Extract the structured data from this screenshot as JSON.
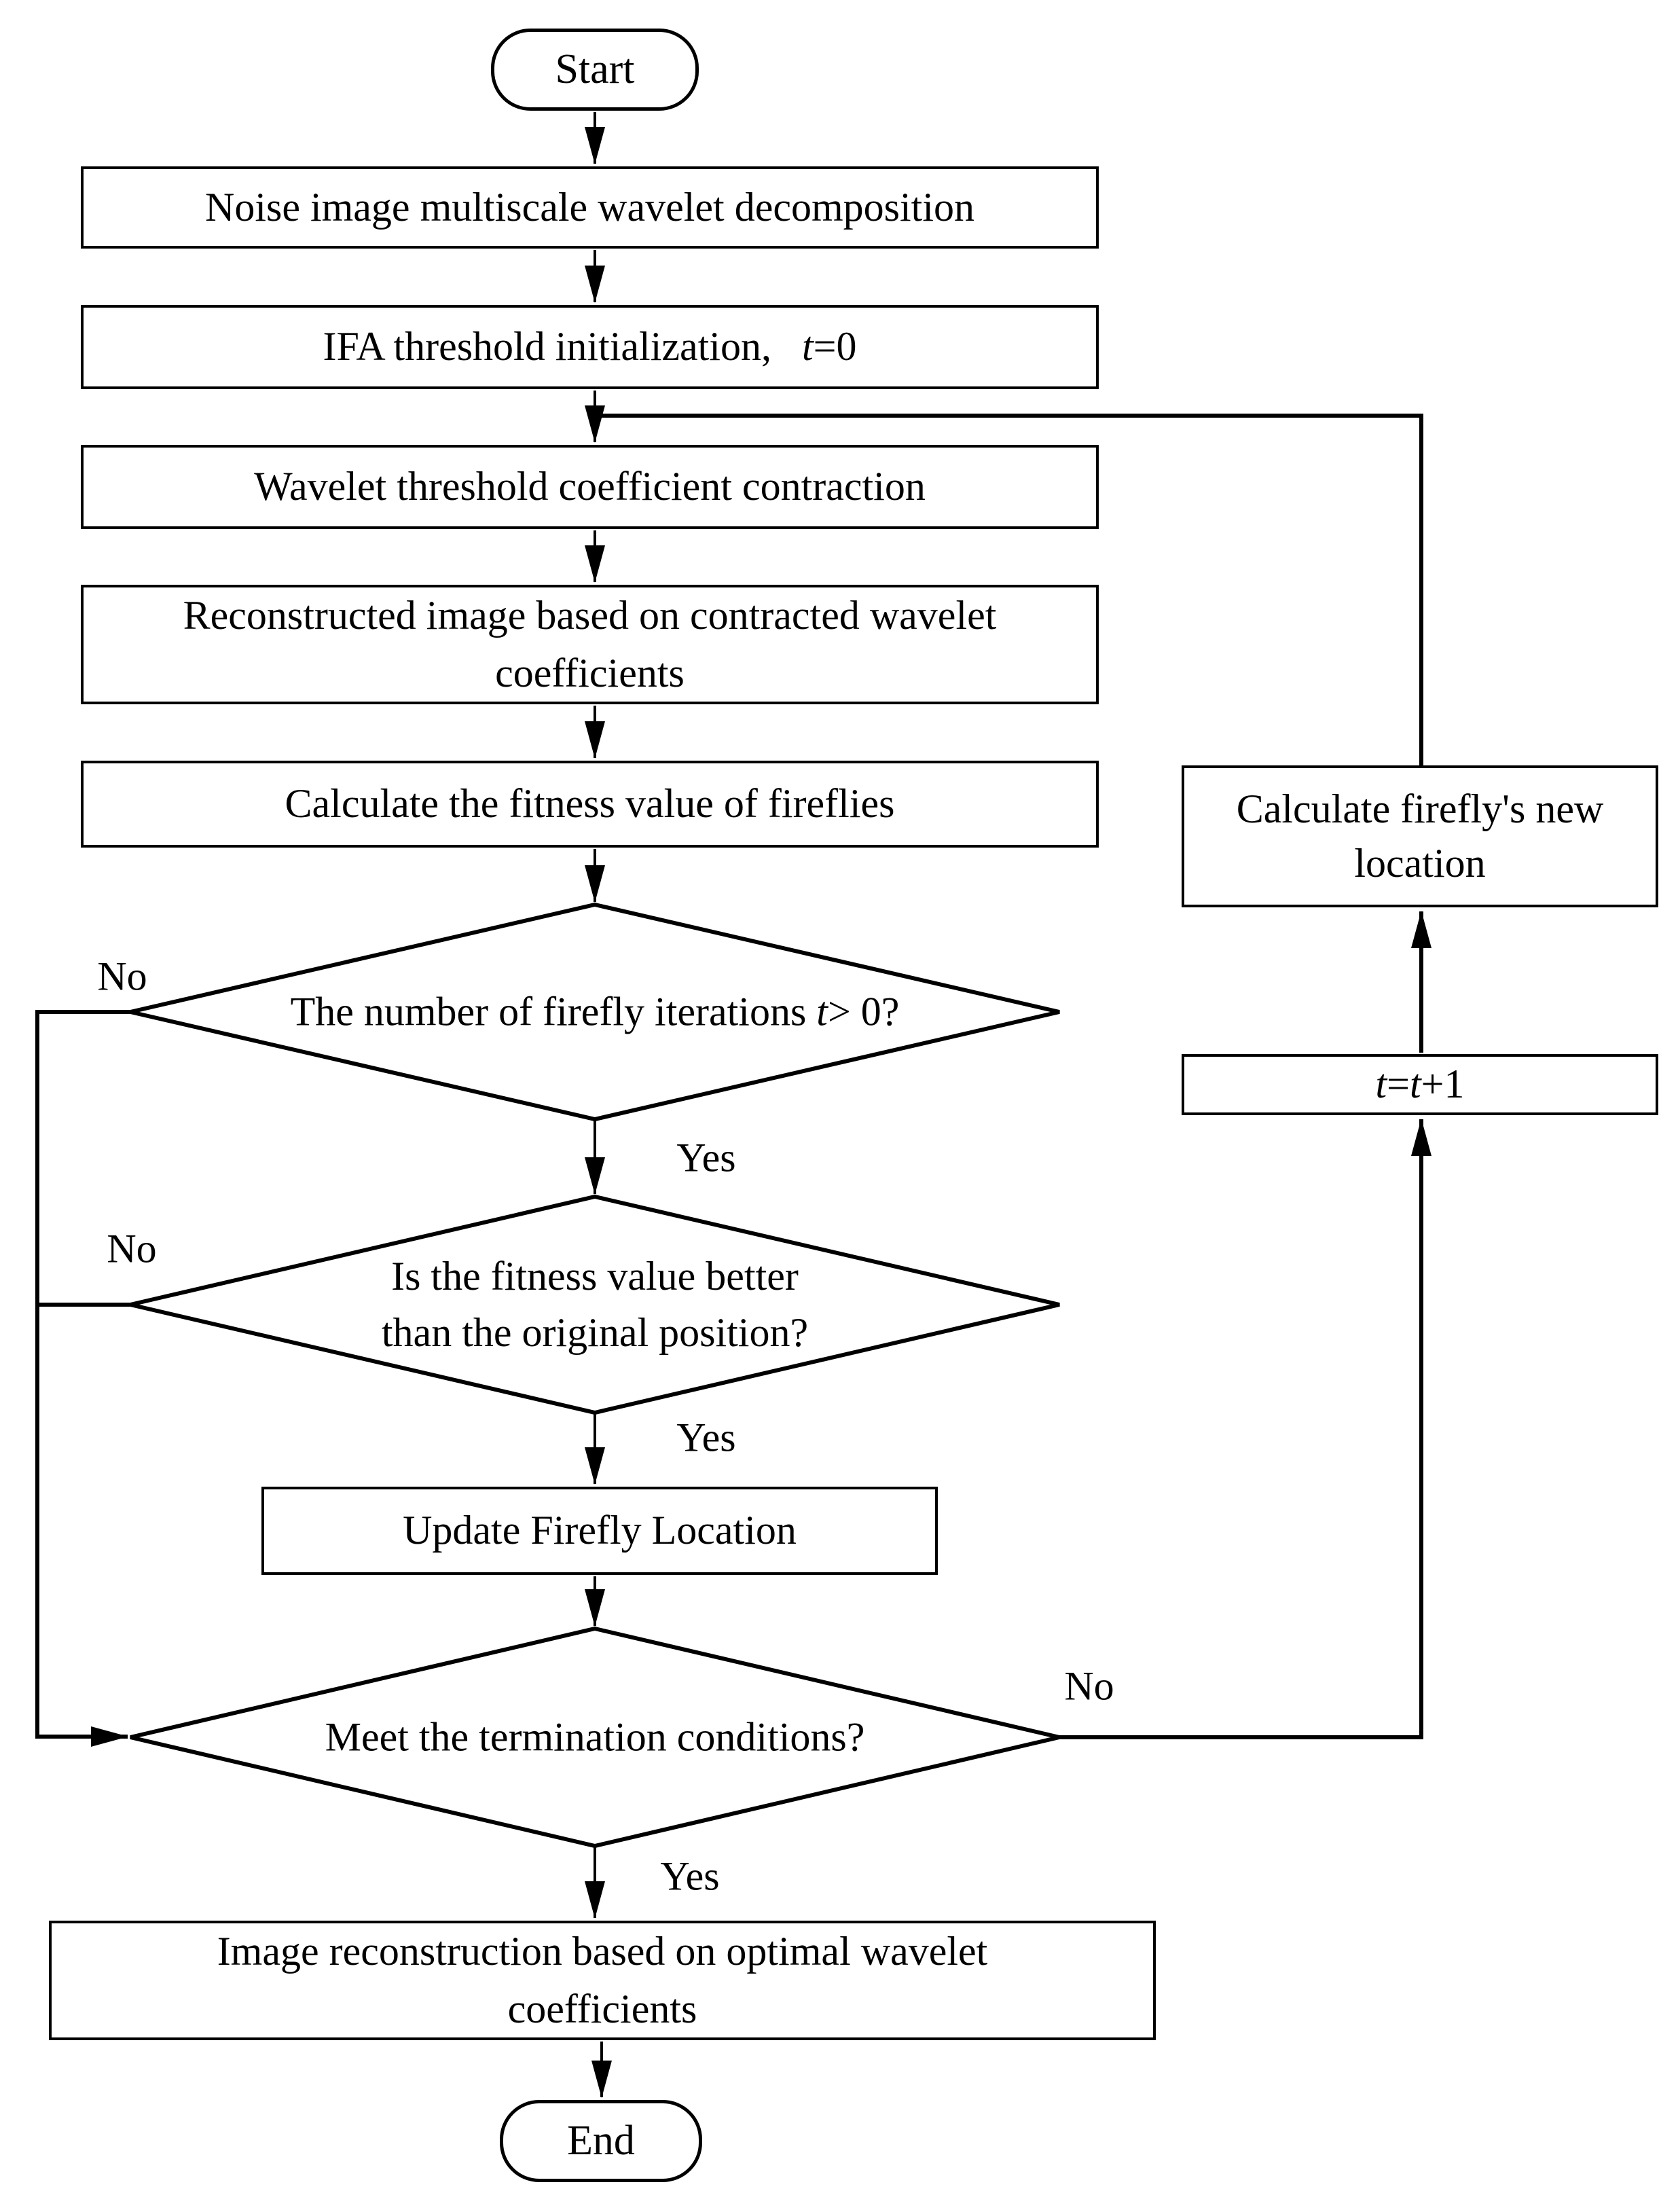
{
  "page": {
    "background": "#ffffff",
    "ink": "#000000"
  },
  "nodes": {
    "start": {
      "label": "Start"
    },
    "decomposition": {
      "label": "Noise image multiscale wavelet decomposition"
    },
    "ifa_init": {
      "parts": [
        {
          "t": "IFA threshold initialization,   "
        },
        {
          "t": "t",
          "i": true
        },
        {
          "t": "=0"
        }
      ]
    },
    "contraction": {
      "label": "Wavelet threshold coefficient contraction"
    },
    "reconstruct": {
      "lines": [
        "Reconstructed image based on contracted wavelet",
        "coefficients"
      ]
    },
    "fitness": {
      "label": "Calculate the fitness value of fireflies"
    },
    "iterations_check": {
      "parts": [
        {
          "t": "The number of firefly iterations "
        },
        {
          "t": "t",
          "i": true
        },
        {
          "t": "> 0?"
        }
      ]
    },
    "fitness_check": {
      "lines": [
        "Is the fitness value better",
        "than the original position?"
      ]
    },
    "update": {
      "label": "Update Firefly Location"
    },
    "termination_check": {
      "label": "Meet the termination conditions?"
    },
    "final_reconstruction": {
      "lines": [
        "Image reconstruction based on optimal wavelet",
        "coefficients"
      ]
    },
    "end": {
      "label": "End"
    },
    "new_location": {
      "lines": [
        "Calculate firefly's new",
        "location"
      ]
    },
    "increment": {
      "parts": [
        {
          "t": "t",
          "i": true
        },
        {
          "t": "="
        },
        {
          "t": "t",
          "i": true
        },
        {
          "t": "+1"
        }
      ]
    }
  },
  "edge_labels": {
    "iterations_no": "No",
    "iterations_yes": "Yes",
    "fitness_no": "No",
    "fitness_yes": "Yes",
    "termination_no": "No",
    "termination_yes": "Yes"
  }
}
